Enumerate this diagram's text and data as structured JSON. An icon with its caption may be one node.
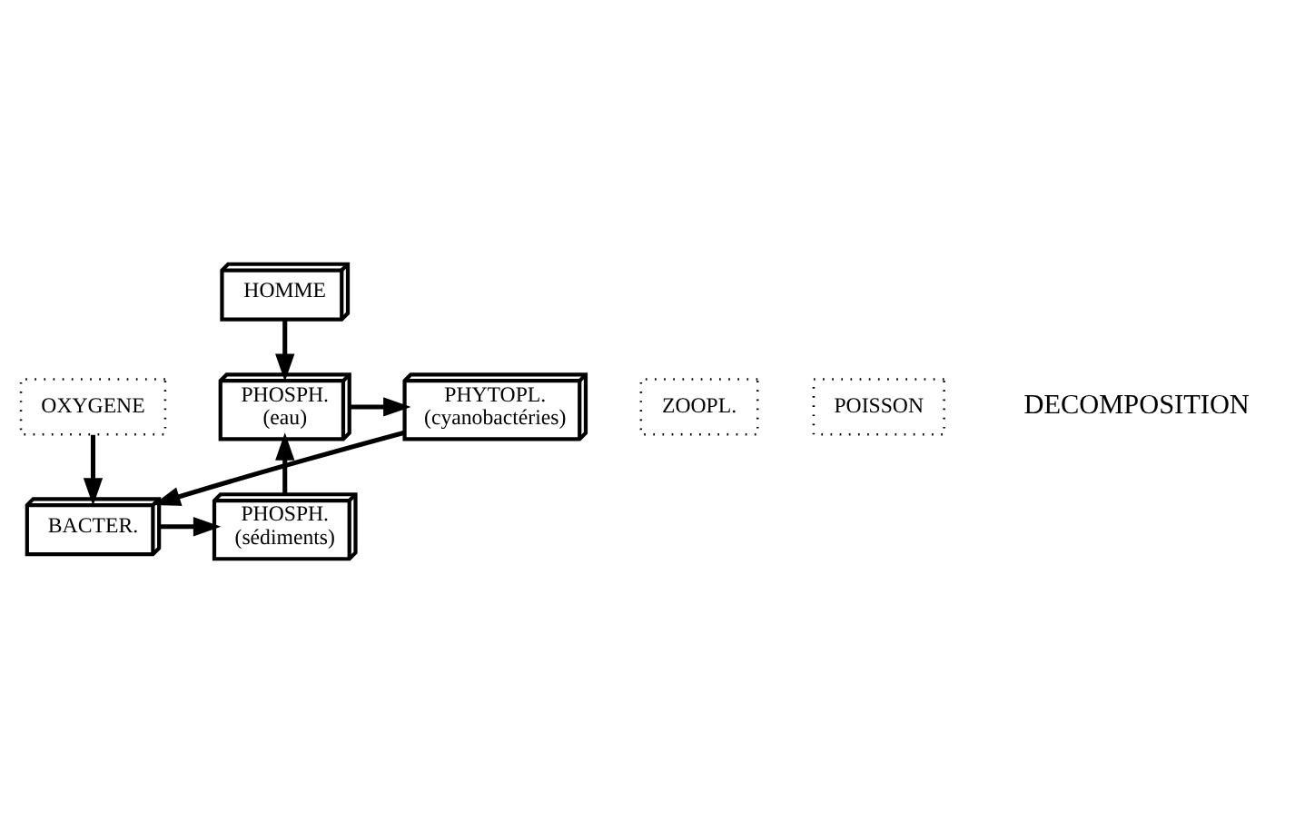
{
  "diagram": {
    "nodes": [
      {
        "text": [
          "HOMME"
        ]
      },
      {
        "text": [
          "PHOSPH.",
          "(eau)"
        ]
      },
      {
        "text": [
          "PHYTOPL.",
          "(cyanobactéries)"
        ]
      },
      {
        "text": [
          "ZOOPL."
        ]
      },
      {
        "text": [
          "POISSON"
        ]
      },
      {
        "text": [
          "OXYGENE"
        ]
      },
      {
        "text": [
          "PHOSPH.",
          "(sédiments)"
        ]
      },
      {
        "text": [
          "BACTER."
        ]
      }
    ],
    "edges": [
      {
        "from": 0,
        "to": 1,
        "arrow": "to"
      },
      {
        "from": 1,
        "to": 2,
        "arrow": "to"
      },
      {
        "from": 2,
        "to": 7,
        "arrow": "to"
      },
      {
        "from": 5,
        "to": 7,
        "arrow": "to"
      },
      {
        "from": 7,
        "to": 6,
        "arrow": "to"
      },
      {
        "from": 6,
        "to": 1,
        "arrow": "to"
      }
    ],
    "labels": [
      "DECOMPOSITION"
    ]
  }
}
